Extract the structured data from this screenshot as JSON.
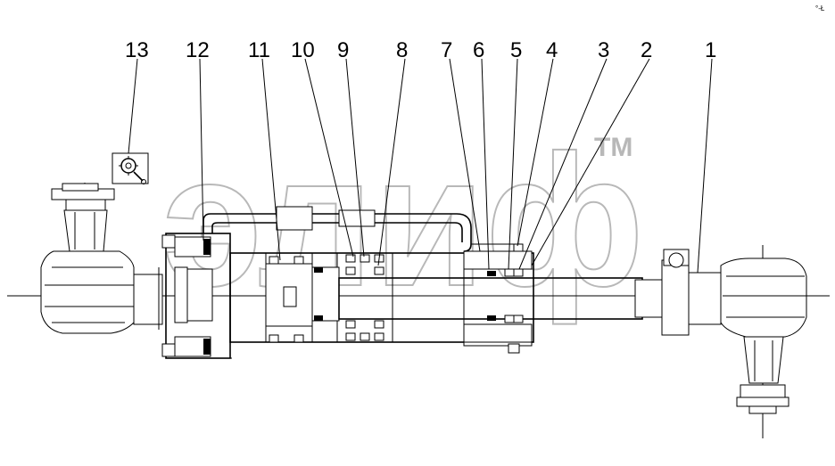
{
  "drawing": {
    "callouts": [
      "1",
      "2",
      "3",
      "4",
      "5",
      "6",
      "7",
      "8",
      "9",
      "10",
      "11",
      "12",
      "13"
    ],
    "watermark_text": "элиф",
    "trademark": "TM",
    "corner_mark": "°-Ł"
  },
  "colors": {
    "line": "#000000",
    "watermark": "#b8b8b8",
    "background": "#ffffff"
  },
  "icons": {
    "gear_wrench": "gear-wrench-icon"
  }
}
